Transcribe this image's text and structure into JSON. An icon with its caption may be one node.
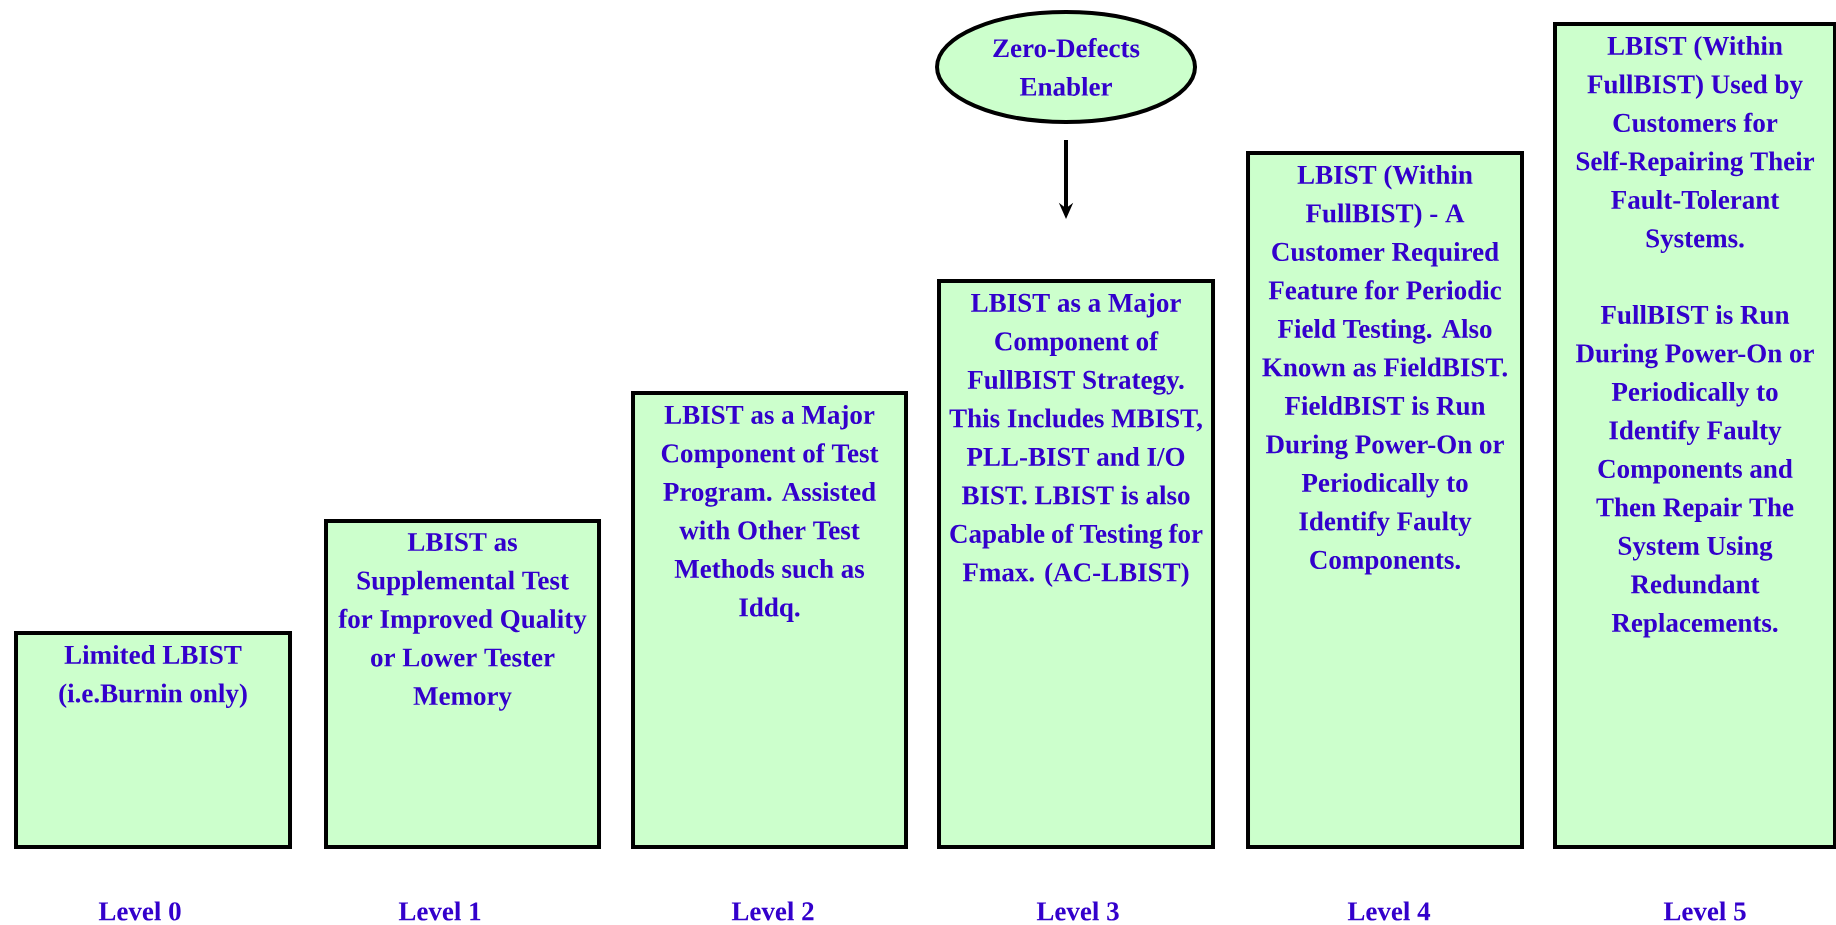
{
  "diagram": {
    "nodes": [
      {
        "text": [
          "Limited LBIST (i.e.Burnin only)"
        ],
        "beside": [
          "Level 0"
        ]
      },
      {
        "text": [
          "LBIST as Supplemental Test for Improved Quality or Lower Tester Memory"
        ],
        "beside": [
          "Level 1"
        ]
      },
      {
        "text": [
          "LBIST as a Major Component of Test Program. Assisted with Other Test Methods such as Iddq."
        ],
        "beside": [
          "Level 2"
        ]
      },
      {
        "text": [
          "LBIST as a Major Component of FullBIST Strategy. This Includes MBIST, PLL-BIST and I/O BIST. LBIST is also Capable of Testing for Fmax. (AC-LBIST)"
        ],
        "beside": [
          "Level 3"
        ]
      },
      {
        "text": [
          "LBIST (Within FullBIST) - A Customer Required Feature for Periodic Field Testing. Also Known as FieldBIST. FieldBIST is Run During Power-On or Periodically to Identify Faulty Components."
        ],
        "beside": [
          "Level 4"
        ]
      },
      {
        "text": [
          "LBIST (Within FullBIST) Used by Customers for Self-Repairing Their Fault-Tolerant Systems.",
          "FullBIST is Run During Power-On or Periodically to Identify Faulty Components and Then Repair The System Using Redundant Replacements."
        ],
        "beside": [
          "Level 5"
        ]
      },
      {
        "text": [
          "Zero-Defects Enabler"
        ]
      }
    ],
    "edges": [
      {
        "from": 6,
        "to": 3,
        "arrow": "to"
      }
    ]
  }
}
